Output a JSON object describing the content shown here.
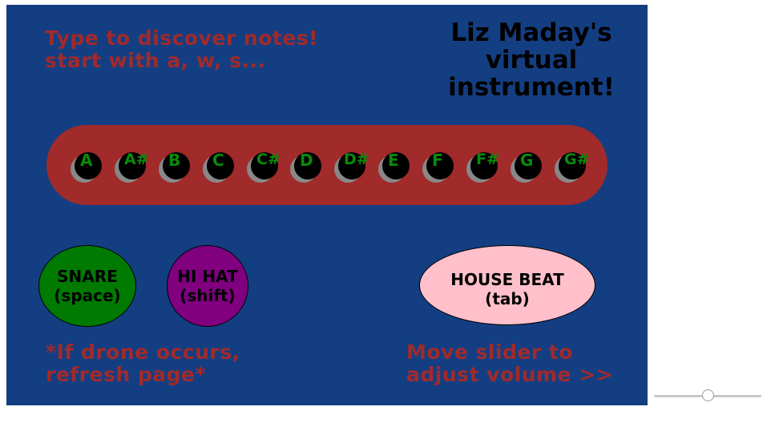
{
  "instructions": {
    "line1": "Type to discover notes!",
    "line2": "start with a, w, s..."
  },
  "heading": {
    "line1": "Liz Maday's",
    "line2": "virtual",
    "line3": "instrument!"
  },
  "keys": [
    {
      "label": "A"
    },
    {
      "label": "A#"
    },
    {
      "label": "B"
    },
    {
      "label": "C"
    },
    {
      "label": "C#"
    },
    {
      "label": "D"
    },
    {
      "label": "D#"
    },
    {
      "label": "E"
    },
    {
      "label": "F"
    },
    {
      "label": "F#"
    },
    {
      "label": "G"
    },
    {
      "label": "G#"
    }
  ],
  "pads": {
    "snare": {
      "line1": "SNARE",
      "line2": "(space)",
      "color": "#007a00"
    },
    "hihat": {
      "line1": "HI HAT",
      "line2": "(shift)",
      "color": "#800080"
    },
    "house": {
      "line1": "HOUSE BEAT",
      "line2": "(tab)",
      "color": "#ffc0cb"
    }
  },
  "notes": {
    "drone_line1": "*If drone occurs,",
    "drone_line2": "refresh page*",
    "volume_line1": "Move slider to",
    "volume_line2": "adjust volume >>"
  },
  "volume": {
    "value": 0.5
  },
  "colors": {
    "background": "#143e82",
    "accent_red": "#a12a2a",
    "key_label": "#0a8a0a"
  }
}
